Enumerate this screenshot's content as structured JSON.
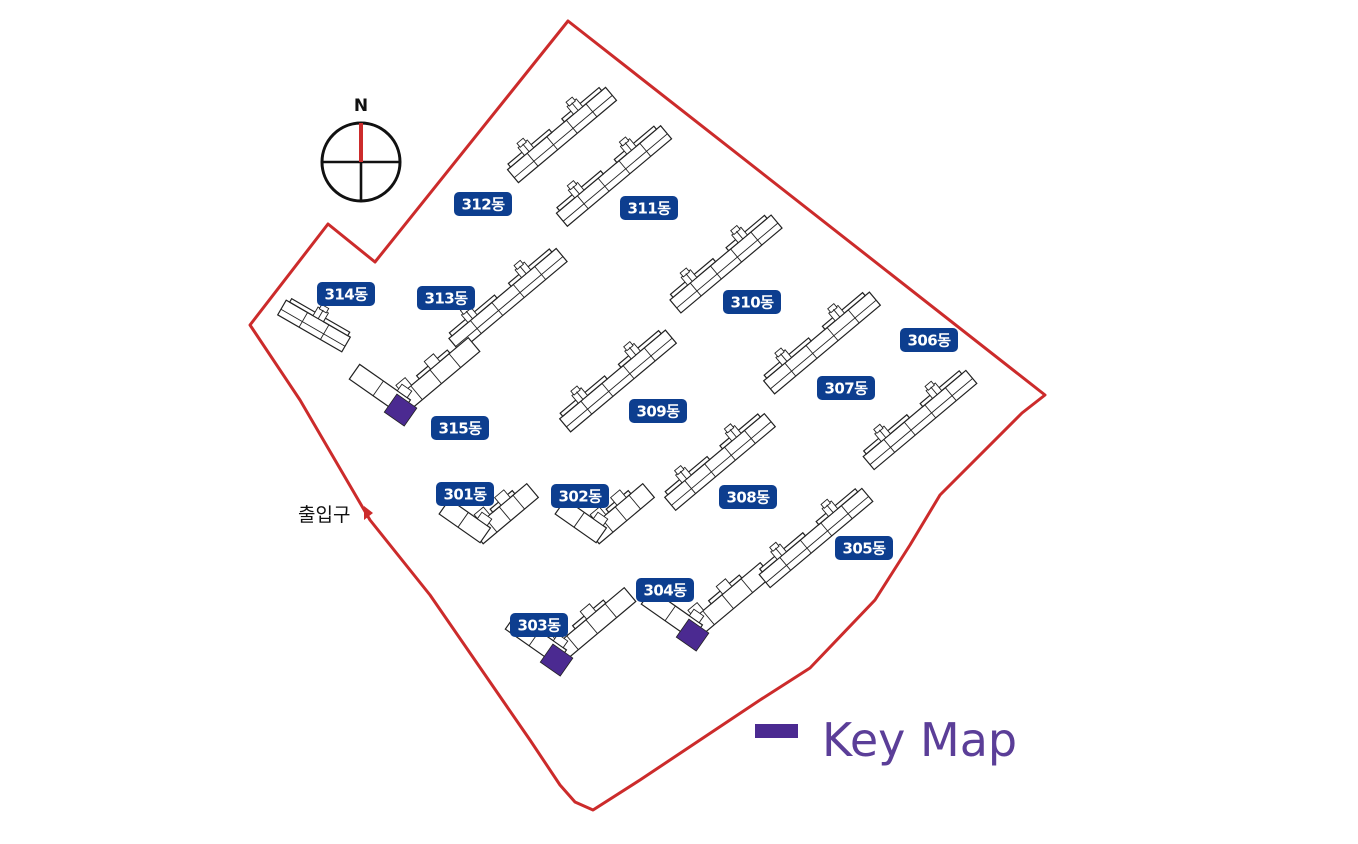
{
  "compass": {
    "north_label": "N",
    "north_color": "#cc2b2b"
  },
  "entrance": {
    "label": "출입구",
    "arrow_color": "#cc2b2b"
  },
  "legend": {
    "label": "Key Map",
    "swatch_color": "#4b2a91",
    "text_color": "#5b3e98"
  },
  "boundary_color": "#cc2b2b",
  "label_color": "#0d3e8f",
  "buildings": [
    {
      "id": "301",
      "label": "301동",
      "key_map": false
    },
    {
      "id": "302",
      "label": "302동",
      "key_map": false
    },
    {
      "id": "303",
      "label": "303동",
      "key_map": true
    },
    {
      "id": "304",
      "label": "304동",
      "key_map": true
    },
    {
      "id": "305",
      "label": "305동",
      "key_map": false
    },
    {
      "id": "306",
      "label": "306동",
      "key_map": false
    },
    {
      "id": "307",
      "label": "307동",
      "key_map": false
    },
    {
      "id": "308",
      "label": "308동",
      "key_map": false
    },
    {
      "id": "309",
      "label": "309동",
      "key_map": false
    },
    {
      "id": "310",
      "label": "310동",
      "key_map": false
    },
    {
      "id": "311",
      "label": "311동",
      "key_map": false
    },
    {
      "id": "312",
      "label": "312동",
      "key_map": false
    },
    {
      "id": "313",
      "label": "313동",
      "key_map": false
    },
    {
      "id": "314",
      "label": "314동",
      "key_map": false
    },
    {
      "id": "315",
      "label": "315동",
      "key_map": true
    }
  ]
}
